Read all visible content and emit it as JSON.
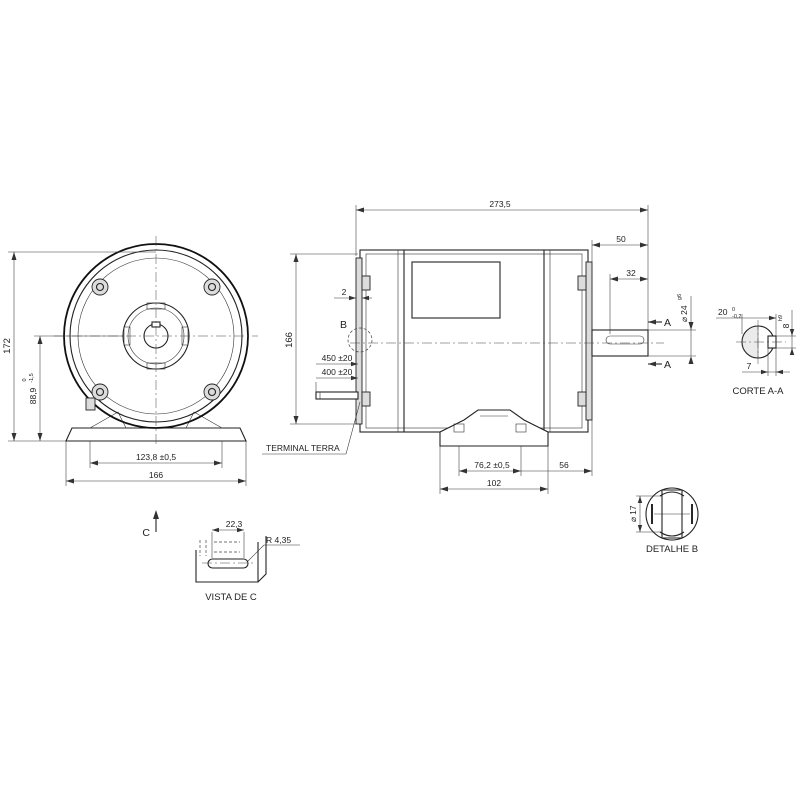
{
  "dims": {
    "front_height": "172",
    "front_shaft_height": "88,9",
    "front_shaft_tol_upper": "0",
    "front_shaft_tol_lower": "-1,5",
    "front_base_holes": "123,8 ±0,5",
    "front_base_width": "166",
    "overall_length": "273,5",
    "shaft_length": "50",
    "key_length": "32",
    "side_height": "166",
    "flange_gap": "2",
    "radius_outer": "450 ±20",
    "radius_inner": "400 ±20",
    "foot_holes": "76,2 ±0,5",
    "foot_to_shaft": "56",
    "foot_length": "102",
    "shaft_dia_symbol": "⌀",
    "shaft_dia": "24",
    "shaft_dia_tol": "g6",
    "section_width": "20",
    "section_width_tol_upper": "0",
    "section_width_tol_lower": "-0,2",
    "section_key": "8",
    "section_key_tol": "h9",
    "section_depth": "7",
    "detail_dia_symbol": "⌀",
    "detail_dia": "17",
    "slot_length": "22,3",
    "slot_radius": "R 4,35"
  },
  "labels": {
    "terminal": "TERMINAL TERRA",
    "section_letter_top": "A",
    "section_letter_bottom": "A",
    "detail_letter": "B",
    "section_title": "CORTE A-A",
    "detail_title": "DETALHE B",
    "view_arrow_letter": "C",
    "view_title": "VISTA DE C"
  }
}
